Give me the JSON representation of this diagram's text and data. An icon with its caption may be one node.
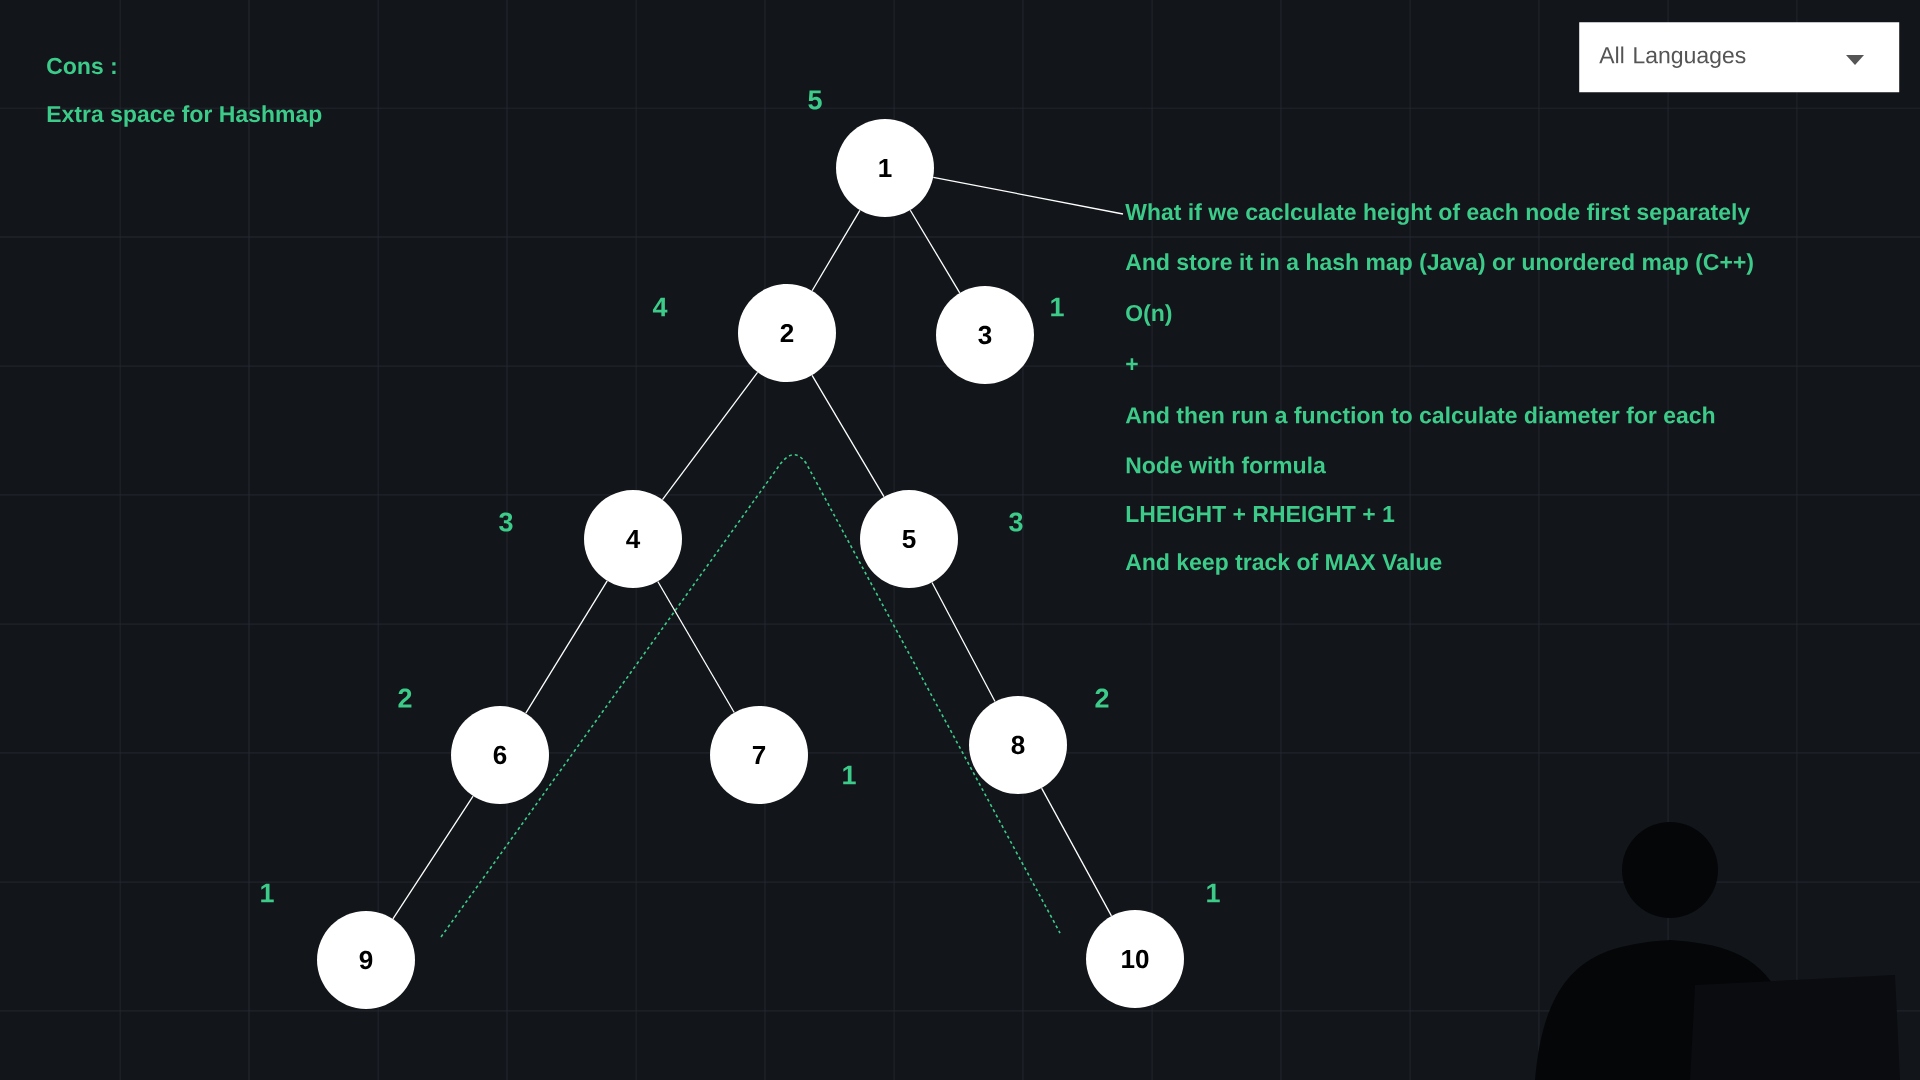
{
  "diagram": {
    "nodes": [
      {
        "text": [
          "1"
        ],
        "beside": [
          "5"
        ]
      },
      {
        "text": [
          "2"
        ],
        "beside": [
          "4"
        ]
      },
      {
        "text": [
          "3"
        ],
        "beside": [
          "1"
        ]
      },
      {
        "text": [
          "4"
        ],
        "beside": [
          "3"
        ]
      },
      {
        "text": [
          "5"
        ],
        "beside": [
          "3"
        ]
      },
      {
        "text": [
          "6"
        ],
        "beside": [
          "2"
        ]
      },
      {
        "text": [
          "7"
        ],
        "beside": [
          "1"
        ]
      },
      {
        "text": [
          "8"
        ],
        "beside": [
          "2"
        ]
      },
      {
        "text": [
          "9"
        ],
        "beside": [
          "1"
        ]
      },
      {
        "text": [
          "10"
        ],
        "beside": [
          "1"
        ]
      },
      {
        "text": [
          "What if we caclculate height of each node first separately"
        ]
      },
      {
        "text": [
          "All Languages"
        ]
      }
    ],
    "edges": [
      {
        "from": 0,
        "to": 1,
        "arrow": "none"
      },
      {
        "from": 0,
        "to": 2,
        "arrow": "none"
      },
      {
        "from": 1,
        "to": 3,
        "arrow": "none"
      },
      {
        "from": 1,
        "to": 4,
        "arrow": "none"
      },
      {
        "from": 3,
        "to": 5,
        "arrow": "none"
      },
      {
        "from": 3,
        "to": 6,
        "arrow": "none"
      },
      {
        "from": 4,
        "to": 7,
        "arrow": "none"
      },
      {
        "from": 5,
        "to": 8,
        "arrow": "none"
      },
      {
        "from": 7,
        "to": 9,
        "arrow": "none"
      },
      {
        "from": 0,
        "to": 10,
        "arrow": "none"
      }
    ],
    "labels": [
      "Cons :",
      "Extra space for Hashmap",
      "And store it in a hash map (Java) or unordered map (C++)",
      "O(n)",
      "+",
      "And then run a function to calculate diameter for each",
      "Node with formula",
      "LHEIGHT + RHEIGHT + 1",
      "And keep track of MAX Value"
    ]
  }
}
